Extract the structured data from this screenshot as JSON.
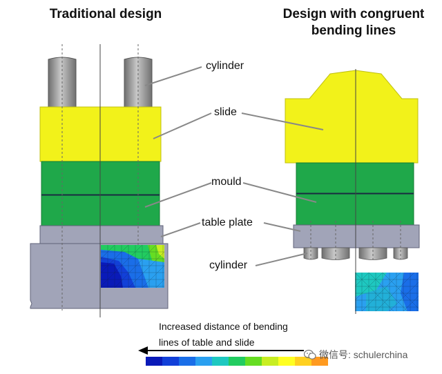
{
  "titles": {
    "traditional": "Traditional design",
    "congruent_line1": "Design with congruent",
    "congruent_line2": "bending lines"
  },
  "labels": {
    "cylinder_top": "cylinder",
    "slide": "slide",
    "mould": "mould",
    "table_plate": "table plate",
    "cylinder_bottom": "cylinder"
  },
  "caption": {
    "line1": "Increased distance of bending",
    "line2": "lines of table and slide"
  },
  "watermark": {
    "text": "微信号: schulerchina",
    "icon": "wechat-icon"
  },
  "colors": {
    "slide": "#f2f21a",
    "mould": "#1fa84a",
    "table": "#a1a4b8",
    "cylinder": "#8c8c8c"
  },
  "colorbar": [
    "#0a1ab8",
    "#1240d8",
    "#1a6ee8",
    "#2aa0f0",
    "#1ec8c0",
    "#22cc60",
    "#66dd22",
    "#c8ee22",
    "#ffff22",
    "#ffd020",
    "#ff9a20"
  ]
}
